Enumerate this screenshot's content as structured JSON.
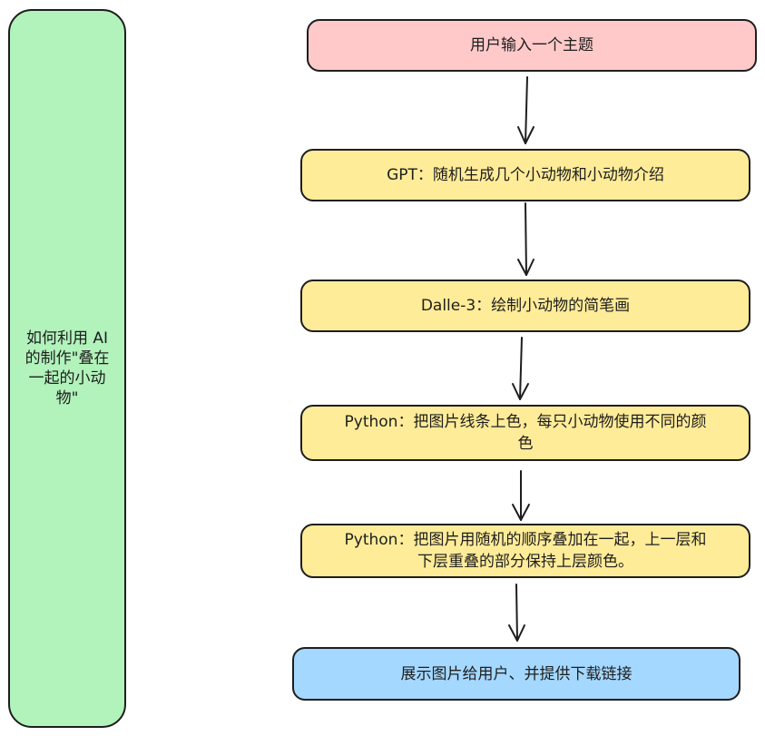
{
  "sidebar": {
    "lines": [
      "如何利用 AI",
      "的制作\"叠在",
      "一起的小动",
      "物\""
    ]
  },
  "steps": [
    {
      "text": "用户输入一个主题",
      "color": "#ffc9c9"
    },
    {
      "text": "GPT：随机生成几个小动物和小动物介绍",
      "color": "#ffec99"
    },
    {
      "text": "Dalle-3：绘制小动物的简笔画",
      "color": "#ffec99"
    },
    {
      "lines": [
        "Python：把图片线条上色，每只小动物使用不同的颜",
        "色"
      ],
      "color": "#ffec99"
    },
    {
      "lines": [
        "Python：把图片用随机的顺序叠加在一起，上一层和",
        "下层重叠的部分保持上层颜色。"
      ],
      "color": "#ffec99"
    },
    {
      "text": "展示图片给用户、并提供下载链接",
      "color": "#a5d8ff"
    }
  ]
}
